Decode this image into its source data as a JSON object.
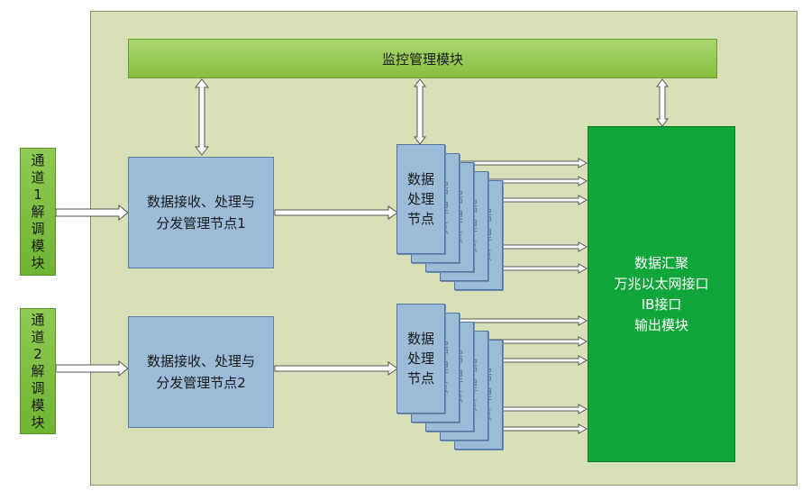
{
  "monitor": {
    "label": "监控管理模块"
  },
  "channels": [
    {
      "chars": [
        "通",
        "道",
        "1",
        "解",
        "调",
        "模",
        "块"
      ]
    },
    {
      "chars": [
        "通",
        "道",
        "2",
        "解",
        "调",
        "模",
        "块"
      ]
    }
  ],
  "receivers": [
    {
      "line1": "数据接收、处理与",
      "line2": "分发管理节点1"
    },
    {
      "line1": "数据接收、处理与",
      "line2": "分发管理节点2"
    }
  ],
  "processing_node": {
    "line1": "数据",
    "line2": "处理",
    "line3": "节点"
  },
  "output_module": {
    "lines": [
      "数据汇聚",
      "万兆以太网接口",
      "IB接口",
      "输出模块"
    ]
  },
  "colors": {
    "background_panel": "#d8e0b8",
    "monitor": "#96c953",
    "channel": "#7bbd3e",
    "node": "#9bbbd9",
    "output": "#11a63a"
  }
}
